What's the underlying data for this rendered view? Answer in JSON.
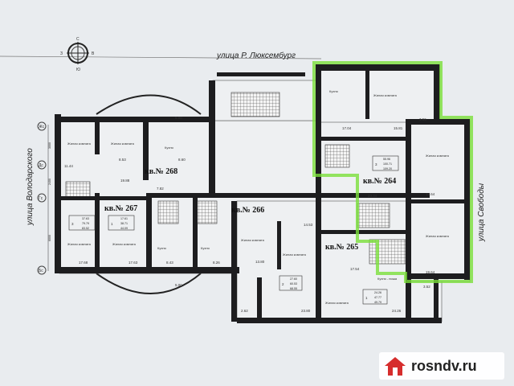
{
  "streets": {
    "top": "улица Р. Люксембург",
    "left": "улица Володарского",
    "right": "улица Свободы"
  },
  "compass": {
    "n": "С",
    "s": "Ю",
    "w": "З",
    "e": "В"
  },
  "axes": [
    "Жс",
    "Дс",
    "Гс",
    "Бс"
  ],
  "axis_dims": [
    "3000",
    "2400",
    "6000"
  ],
  "apartments": [
    {
      "label": "кв.№ 268"
    },
    {
      "label": "кв.№ 267",
      "tables": [
        {
          "rooms": "3",
          "values": [
            "37.63",
            "79.79",
            "83.52"
          ]
        },
        {
          "rooms": "1",
          "values": [
            "17.61",
            "38.71",
            "44.09"
          ]
        }
      ]
    },
    {
      "label": "кв.№ 266",
      "tables": [
        {
          "rooms": "2",
          "values": [
            "27.60",
            "60.53",
            "68.55"
          ]
        }
      ]
    },
    {
      "label": "кв.№ 265",
      "tables": [
        {
          "rooms": "1",
          "values": [
            "24.26",
            "47.77",
            "49.79"
          ]
        }
      ]
    },
    {
      "label": "кв.№ 264",
      "tables": [
        {
          "rooms": "3",
          "values": [
            "55.96",
            "100.71",
            "109.20"
          ]
        }
      ]
    }
  ],
  "room_names": {
    "living": "Жилая комната",
    "kitchen": "Кухня",
    "kitchen_niche": "Кухня - ниша"
  },
  "areas": [
    "11.44",
    "8.53",
    "8.60",
    "19.88",
    "7.82",
    "5.00",
    "17.68",
    "17.63",
    "8.43",
    "8.26",
    "5.00",
    "13.80",
    "14.53",
    "23.80",
    "2.62",
    "17.54",
    "24.26",
    "3.52",
    "17.04",
    "15.81",
    "3.56",
    "23.34",
    "19.64",
    "19.64"
  ],
  "highlight_color": "#7be03a",
  "watermark": {
    "text": "rosndv.ru",
    "logo_color": "#d62d2d"
  }
}
